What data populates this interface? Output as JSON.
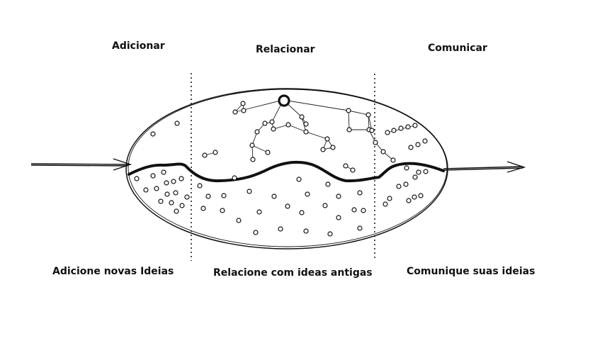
{
  "stages": [
    {
      "title": "Adicionar",
      "caption": "Adicione novas Ideias"
    },
    {
      "title": "Relacionar",
      "caption": "Relacione com ideas antigas"
    },
    {
      "title": "Comunicar",
      "caption": "Comunique suas ideias"
    }
  ],
  "colors": {
    "ink": "#111111",
    "background": "#ffffff"
  },
  "icons": {
    "input": "arrow-right-icon",
    "output": "arrow-right-icon"
  }
}
